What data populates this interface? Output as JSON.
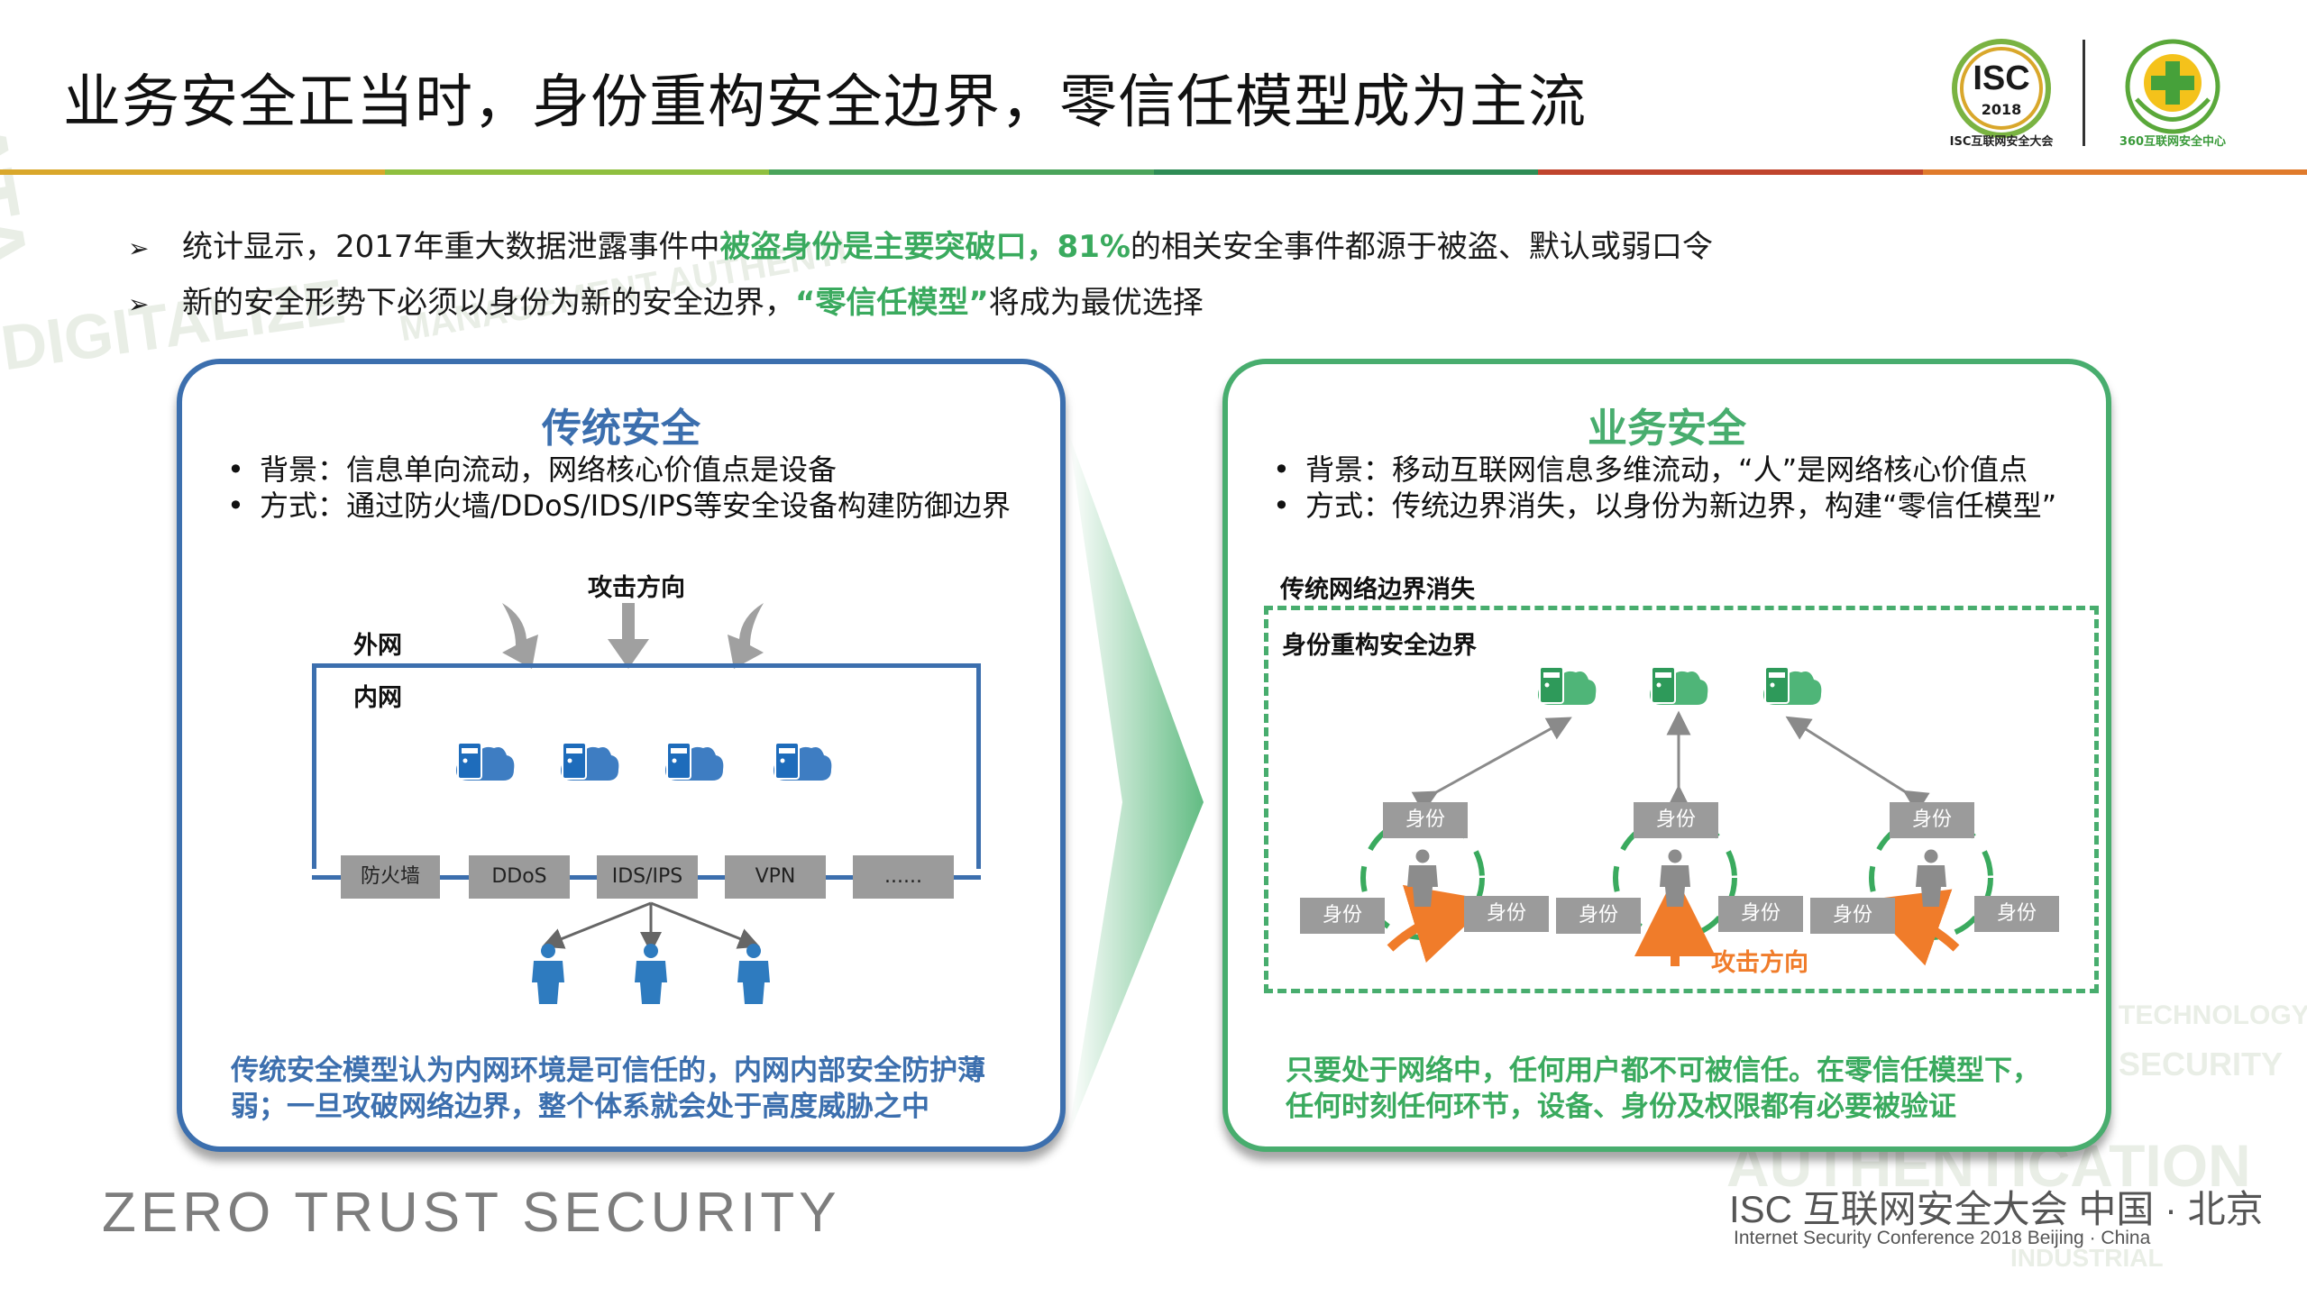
{
  "slide": {
    "title": "业务安全正当时，身份重构安全边界，零信任模型成为主流",
    "stripe_colors": [
      "#d9a72b",
      "#8fbf3f",
      "#4aa45b",
      "#2e8c55",
      "#c0452d",
      "#e07b2c"
    ]
  },
  "logos": {
    "isc_mark": "ISC",
    "isc_year": "2018",
    "isc_caption": "ISC互联网安全大会",
    "center_caption": "360互联网安全中心"
  },
  "bullets": [
    {
      "pre": "统计显示，2017年重大数据泄露事件中",
      "highlight": "被盗身份是主要突破口，81%",
      "post": "的相关安全事件都源于被盗、默认或弱口令"
    },
    {
      "pre": "新的安全形势下必须以身份为新的安全边界，",
      "highlight": "“零信任模型”",
      "post": "将成为最优选择"
    }
  ],
  "left_panel": {
    "title": "传统安全",
    "line1": "背景：信息单向流动，网络核心价值点是设备",
    "line2": "方式：通过防火墙/DDoS/IDS/IPS等安全设备构建防御边界",
    "attack_label": "攻击方向",
    "outer_label": "外网",
    "inner_label": "内网",
    "devices": [
      "防火墙",
      "DDoS",
      "IDS/IPS",
      "VPN",
      "......"
    ],
    "conclusion_1": "传统安全模型认为内网环境是可信任的，内网内部安全防护薄",
    "conclusion_2": "弱；一旦攻破网络边界，整个体系就会处于高度威胁之中",
    "colors": {
      "accent": "#3c6fae",
      "server": "#3e7dc2",
      "person": "#2e7bbf"
    }
  },
  "right_panel": {
    "title": "业务安全",
    "line1": "背景：移动互联网信息多维流动，“人”是网络核心价值点",
    "line2": "方式：传统边界消失，以身份为新边界，构建“零信任模型”",
    "boundary_gone": "传统网络边界消失",
    "identity_boundary": "身份重构安全边界",
    "identity": "身份",
    "attack_label": "攻击方向",
    "conclusion_1": "只要处于网络中，任何用户都不可被信任。在零信任模型下，",
    "conclusion_2": "任何时刻任何环节，设备、身份及权限都有必要被验证",
    "colors": {
      "accent": "#48ad6e",
      "attack": "#f07c2a"
    }
  },
  "footer": {
    "tagline": "ZERO TRUST SECURITY",
    "conf_cn": "ISC 互联网安全大会 中国 · 北京",
    "conf_en": "Internet Security Conference 2018   Beijing · China"
  }
}
